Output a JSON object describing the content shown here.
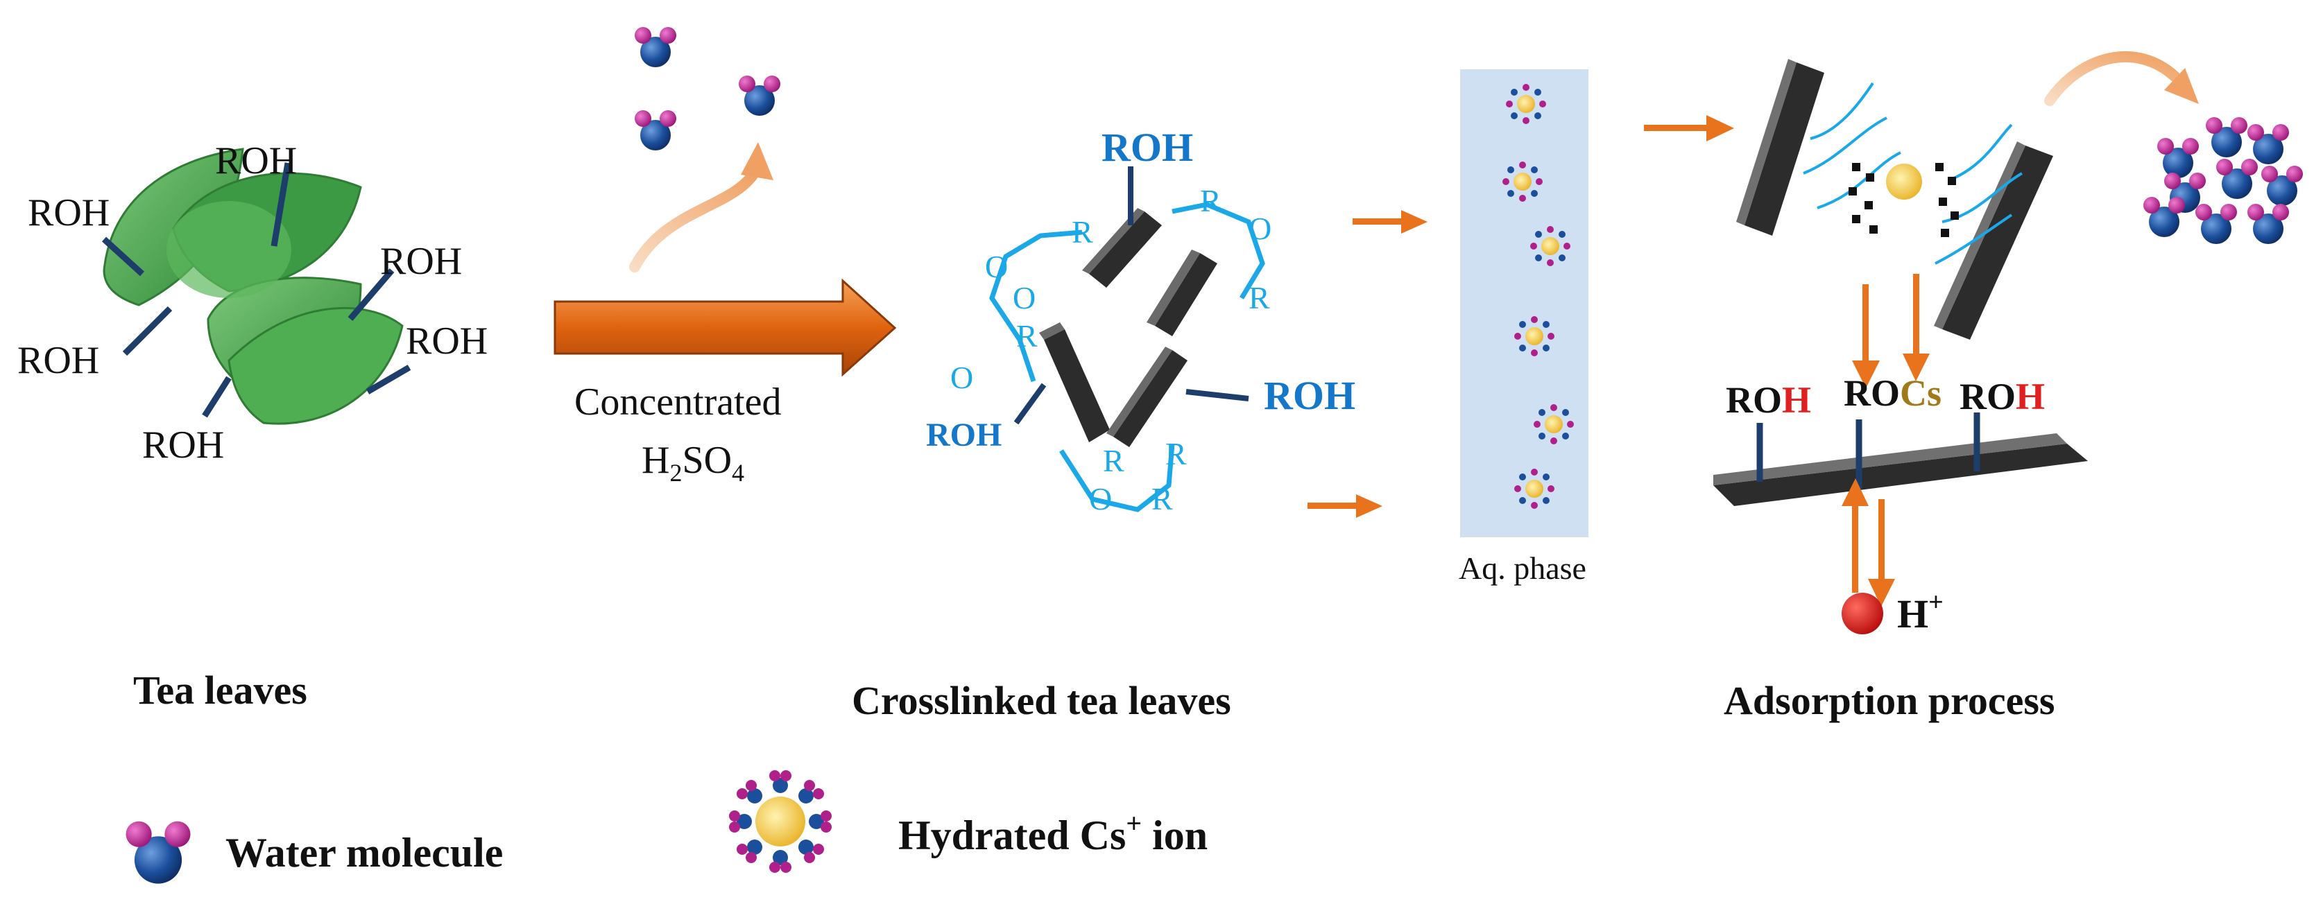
{
  "stage1": {
    "title": "Tea leaves",
    "roh_labels": [
      "ROH",
      "ROH",
      "ROH",
      "ROH",
      "ROH",
      "ROH"
    ]
  },
  "reaction": {
    "reagent_line1": "Concentrated",
    "reagent_h": "H",
    "reagent_sub2": "2",
    "reagent_so": "SO",
    "reagent_sub4": "4"
  },
  "stage2": {
    "title": "Crosslinked tea leaves",
    "roh_labels": [
      "ROH",
      "ROH",
      "ROH"
    ],
    "chain_letters": [
      "R",
      "O",
      "R",
      "O",
      "R",
      "O",
      "R",
      "O",
      "R",
      "R",
      "O",
      "R"
    ]
  },
  "aqueous": {
    "label": "Aq. phase"
  },
  "stage3": {
    "title": "Adsorption process",
    "site_ro": "RO",
    "site_h": "H",
    "site_cs": "Cs",
    "proton": "H",
    "proton_charge": "+"
  },
  "legend": {
    "water": "Water molecule",
    "ion_prefix": "Hydrated Cs",
    "ion_charge": "+",
    "ion_suffix": " ion"
  },
  "colors": {
    "leaf": "#4fae52",
    "leaf_dark": "#2f7d34",
    "graphite": "#4a4a4a",
    "arrow_orange": "#e8731c",
    "water_blue": "#1b4f9c",
    "water_magenta": "#b0208a",
    "ion_core": "#f7c93a",
    "phase_column": "#cfe0f3",
    "bond": "#1d3e6b"
  }
}
